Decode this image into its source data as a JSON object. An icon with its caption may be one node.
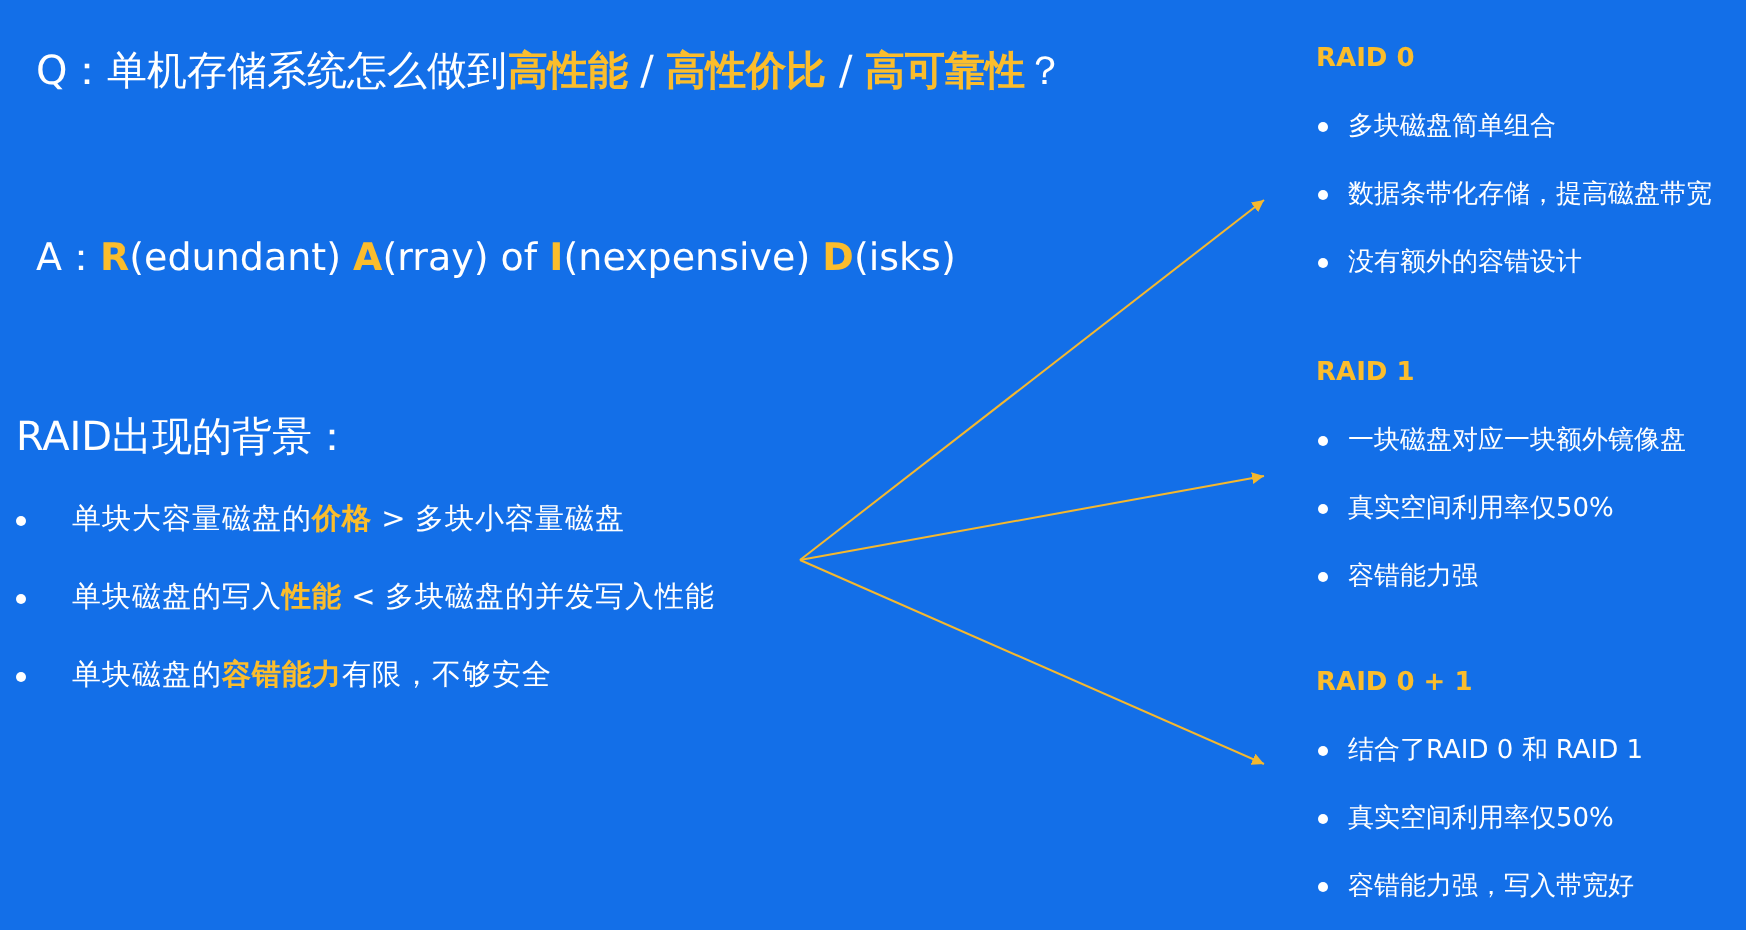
{
  "diagram": {
    "nodes": [
      {
        "text": [
          "RAID出现的背景：",
          "单块大容量磁盘的**价格** > 多块小容量磁盘",
          "单块磁盘的写入**性能** < 多块磁盘的并发写入性能",
          "单块磁盘的**容错能力**有限，不够安全"
        ]
      },
      {
        "text": [
          "RAID 0",
          "多块磁盘简单组合",
          "数据条带化存储，提高磁盘带宽",
          "没有额外的容错设计"
        ]
      },
      {
        "text": [
          "RAID 1",
          "一块磁盘对应一块额外镜像盘",
          "真实空间利用率仅50%",
          "容错能力强"
        ]
      },
      {
        "text": [
          "RAID 0 + 1",
          "结合了RAID 0 和 RAID 1",
          "真实空间利用率仅50%",
          "容错能力强，写入带宽好"
        ]
      }
    ],
    "edges": [
      {
        "from": 0,
        "to": 1,
        "arrow": "to",
        "color": "#f5b82e"
      },
      {
        "from": 0,
        "to": 2,
        "arrow": "to",
        "color": "#f5b82e"
      },
      {
        "from": 0,
        "to": 3,
        "arrow": "to",
        "color": "#f5b82e"
      }
    ],
    "labels": [
      "Q：单机存储系统怎么做到**高性能** / **高性价比** / **高可靠性**？",
      "A：**R**(edundant) **A**(rray) of **I**(nexpensive) **D**(isks)"
    ]
  }
}
